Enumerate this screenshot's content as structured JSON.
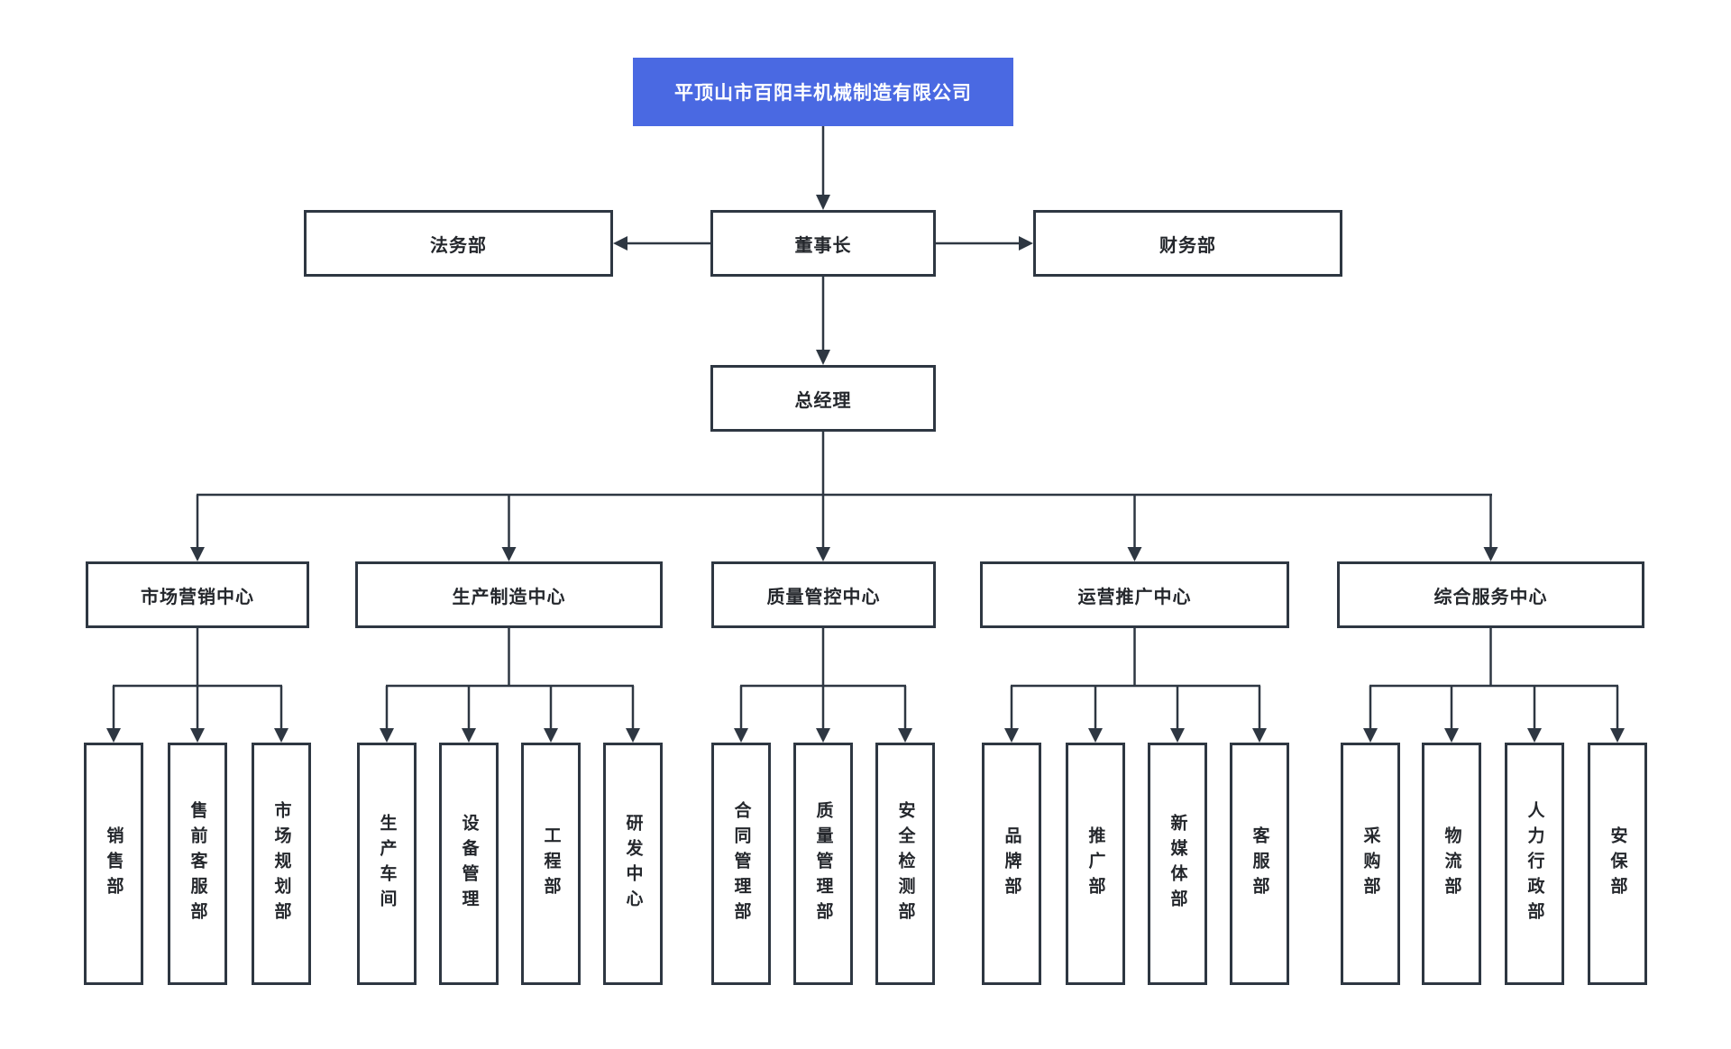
{
  "org_chart": {
    "company": {
      "label": "平顶山市百阳丰机械制造有限公司"
    },
    "chairman": {
      "label": "董事长"
    },
    "legal": {
      "label": "法务部"
    },
    "finance": {
      "label": "财务部"
    },
    "general_manager": {
      "label": "总经理"
    },
    "centers": [
      {
        "label": "市场营销中心",
        "departments": [
          {
            "label": "销售部"
          },
          {
            "label": "售前客服部"
          },
          {
            "label": "市场规划部"
          }
        ]
      },
      {
        "label": "生产制造中心",
        "departments": [
          {
            "label": "生产车间"
          },
          {
            "label": "设备管理"
          },
          {
            "label": "工程部"
          },
          {
            "label": "研发中心"
          }
        ]
      },
      {
        "label": "质量管控中心",
        "departments": [
          {
            "label": "合同管理部"
          },
          {
            "label": "质量管理部"
          },
          {
            "label": "安全检测部"
          }
        ]
      },
      {
        "label": "运营推广中心",
        "departments": [
          {
            "label": "品牌部"
          },
          {
            "label": "推广部"
          },
          {
            "label": "新媒体部"
          },
          {
            "label": "客服部"
          }
        ]
      },
      {
        "label": "综合服务中心",
        "departments": [
          {
            "label": "采购部"
          },
          {
            "label": "物流部"
          },
          {
            "label": "人力行政部"
          },
          {
            "label": "安保部"
          }
        ]
      }
    ],
    "colors": {
      "company_bg": "#4a69e2",
      "company_text": "#ffffff",
      "box_bg": "#ffffff",
      "box_border": "#2e3742",
      "connector": "#2e3742",
      "text": "#24272c"
    }
  }
}
